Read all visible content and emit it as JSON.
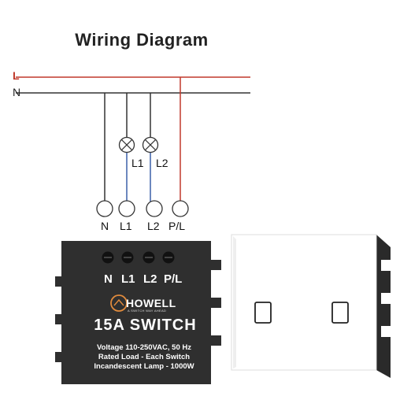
{
  "diagram": {
    "title": "Wiring Diagram",
    "lines": {
      "live": "L",
      "neutral": "N"
    },
    "lamp_labels": [
      "L1",
      "L2"
    ],
    "terminals": [
      "N",
      "L1",
      "L2",
      "P/L"
    ],
    "module": {
      "terminals": [
        "N",
        "L1",
        "L2",
        "P/L"
      ],
      "brand": "HOWELL",
      "brand_tagline": "A SWITCH WAY AHEAD",
      "model": "15A SWITCH",
      "specs": [
        "Voltage 110-250VAC, 50 Hz",
        "Rated Load - Each Switch",
        "Incandescent Lamp - 1000W"
      ]
    },
    "colors": {
      "live_wire": "#c0392b",
      "neutral_wire": "#333333",
      "lamp_wire": "#3b5fa8",
      "module_body": "#2f2f2f",
      "panel": "#ffffff"
    }
  }
}
